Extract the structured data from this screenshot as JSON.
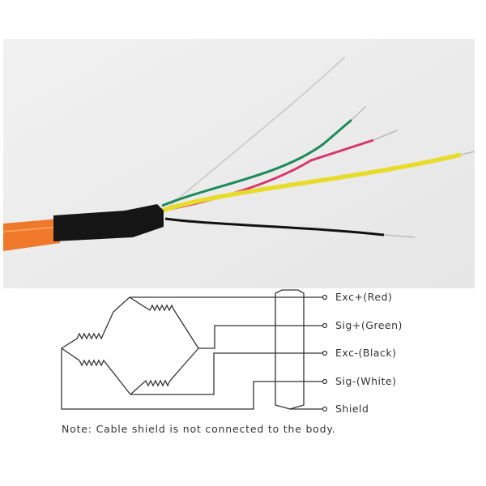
{
  "photo": {
    "subject": "cable-with-wires",
    "colors": {
      "cable": "#f0782a",
      "sleeve": "#151515",
      "white": "#d8d8d8",
      "green": "#1f8a5a",
      "red": "#d8366a",
      "yellow": "#e8dc2a",
      "black": "#111111",
      "background": "#ececec"
    }
  },
  "diagram": {
    "terminals": [
      {
        "label": "Exc+(Red)"
      },
      {
        "label": "Sig+(Green)"
      },
      {
        "label": "Exc-(Black)"
      },
      {
        "label": "Sig-(White)"
      },
      {
        "label": "Shield"
      }
    ],
    "note": "Note:  Cable shield is not connected to the body."
  }
}
